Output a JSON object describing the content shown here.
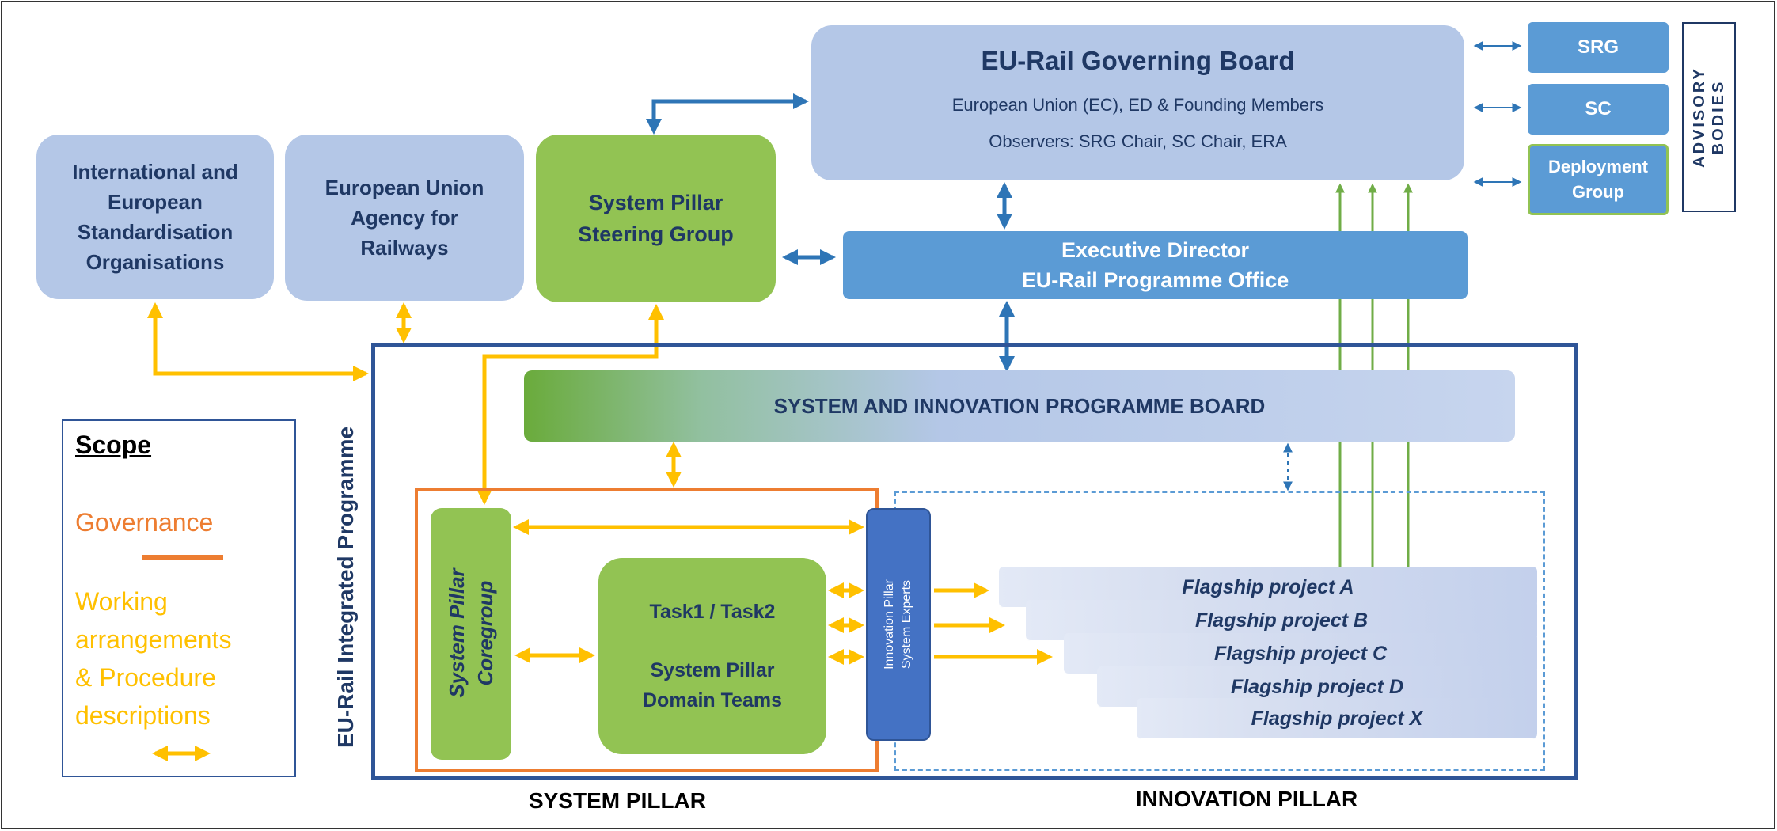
{
  "governing_board": {
    "title": "EU-Rail Governing Board",
    "line1": "European Union (EC), ED & Founding Members",
    "line2": "Observers: SRG Chair, SC Chair, ERA"
  },
  "executive": {
    "line1": "Executive Director",
    "line2": "EU-Rail Programme Office"
  },
  "advisory": {
    "srg": "SRG",
    "sc": "SC",
    "deployment_line1": "Deployment",
    "deployment_line2": "Group",
    "label": "ADVISORY\nBODIES"
  },
  "left_bodies": {
    "intl": [
      "International and",
      "European",
      "Standardisation",
      "Organisations"
    ],
    "era": [
      "European Union",
      "Agency for",
      "Railways"
    ],
    "steering": [
      "System Pillar",
      "Steering Group"
    ]
  },
  "programme": {
    "frame_label": "EU-Rail Integrated Programme",
    "board": "SYSTEM AND INNOVATION PROGRAMME BOARD"
  },
  "system_pillar": {
    "coregroup": "System Pillar\nCoregroup",
    "domain_line1": "Task1 / Task2",
    "domain_line2": "System Pillar",
    "domain_line3": "Domain Teams",
    "label": "SYSTEM PILLAR"
  },
  "innovation_pillar": {
    "experts": "Innovation Pillar\nSystem Experts",
    "flagships": [
      "Flagship project A",
      "Flagship project B",
      "Flagship project C",
      "Flagship project D",
      "Flagship project X"
    ],
    "label": "INNOVATION PILLAR"
  },
  "scope": {
    "title": "Scope",
    "governance": "Governance",
    "working": "Working\narrangements\n& Procedure\ndescriptions"
  },
  "colors": {
    "governance": "#ed7d31",
    "working": "#ffc000",
    "governance_link": "#2e75b6",
    "innovation_link": "#70ad47",
    "navy": "#1f3864"
  }
}
